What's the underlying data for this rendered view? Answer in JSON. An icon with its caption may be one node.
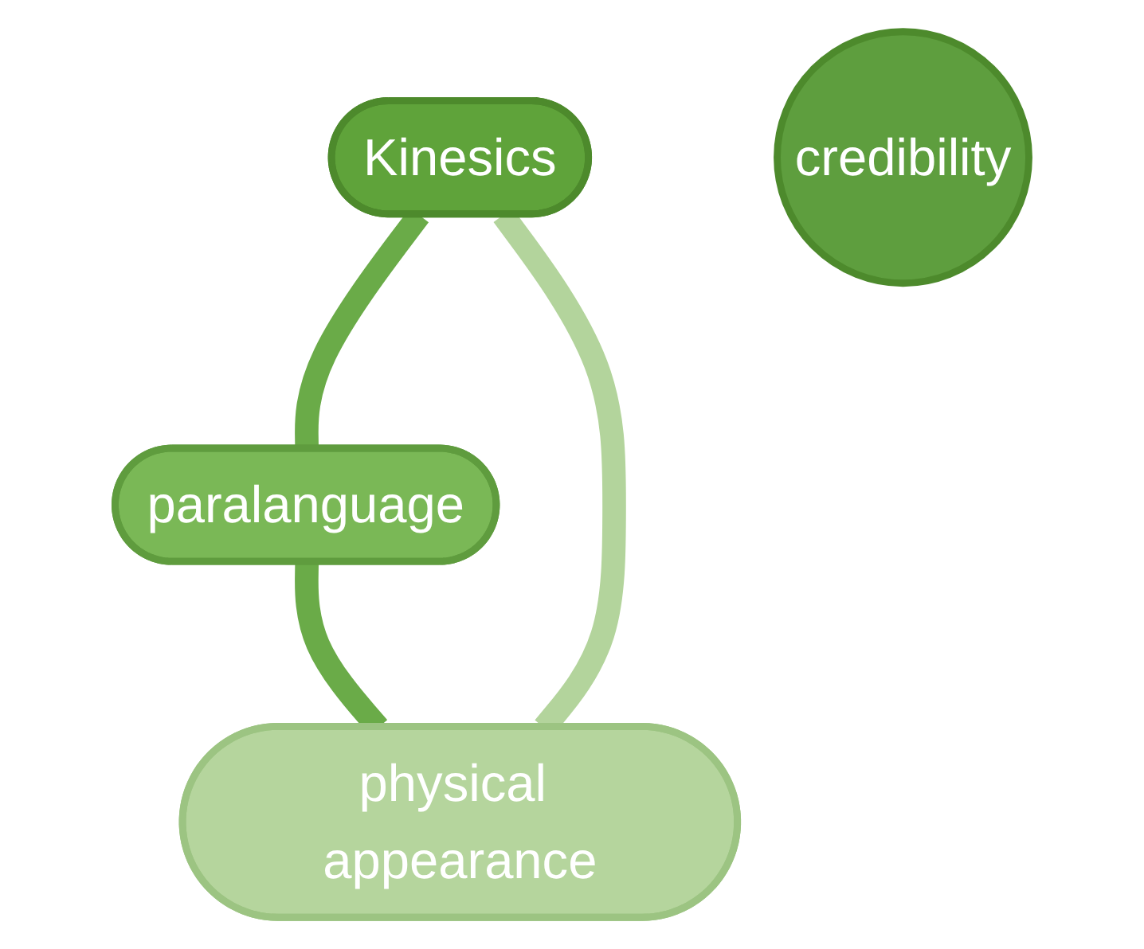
{
  "diagram": {
    "nodes": [
      {
        "text": [
          "Kinesics"
        ]
      },
      {
        "text": [
          "credibility"
        ]
      },
      {
        "text": [
          "physical appearance"
        ]
      },
      {
        "text": [
          "paralanguage"
        ]
      }
    ],
    "edges": [
      {
        "from": 0,
        "to": 3,
        "arrow": "none"
      },
      {
        "from": 3,
        "to": 2,
        "arrow": "none"
      },
      {
        "from": 2,
        "to": 0,
        "arrow": "none",
        "color": "#b3d49c"
      }
    ]
  }
}
